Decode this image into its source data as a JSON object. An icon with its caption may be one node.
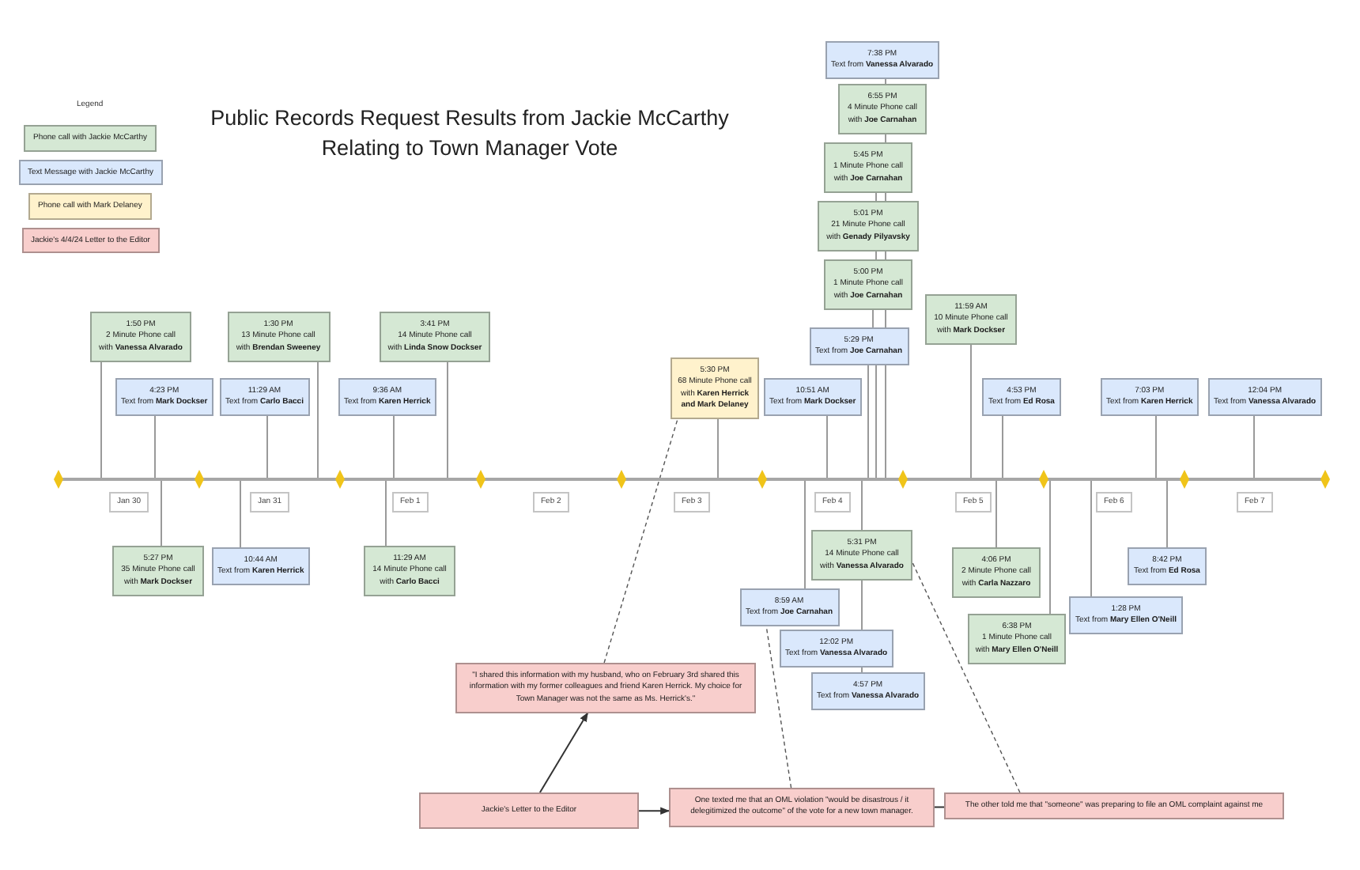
{
  "diagram": {
    "title": "Public Records Request Results from Jackie McCarthy Relating to Town Manager Vote",
    "nodes": [
      {
        "text": [
          "1:50 PM",
          "2 Minute Phone call with **Vanessa Alvarado**"
        ]
      },
      {
        "text": [
          "4:23 PM",
          "Text from **Mark Dockser**"
        ]
      },
      {
        "text": [
          "1:30 PM",
          "13 Minute Phone call with **Brendan Sweeney**"
        ]
      },
      {
        "text": [
          "11:29 AM",
          "Text from **Carlo Bacci**"
        ]
      },
      {
        "text": [
          "3:41 PM",
          "14 Minute Phone call with **Linda Snow Dockser**"
        ]
      },
      {
        "text": [
          "9:36 AM",
          "Text from **Karen Herrick**"
        ]
      },
      {
        "text": [
          "5:30 PM",
          "68 Minute Phone call with **Karen Herrick and Mark Delaney**"
        ]
      },
      {
        "text": [
          "7:38 PM",
          "Text from **Vanessa Alvarado**"
        ]
      },
      {
        "text": [
          "6:55 PM",
          "4 Minute Phone call with **Joe Carnahan**"
        ]
      },
      {
        "text": [
          "5:45 PM",
          "1 Minute Phone call with **Joe Carnahan**"
        ]
      },
      {
        "text": [
          "5:01 PM",
          "21 Minute Phone call with **Genady Pilyavsky**"
        ]
      },
      {
        "text": [
          "5:00 PM",
          "1 Minute Phone call with **Joe Carnahan**"
        ]
      },
      {
        "text": [
          "5:29 PM",
          "Text from **Joe Carnahan**"
        ]
      },
      {
        "text": [
          "10:51 AM",
          "Text from **Mark Dockser**"
        ]
      },
      {
        "text": [
          "11:59 AM",
          "10 Minute Phone call with **Mark Dockser**"
        ]
      },
      {
        "text": [
          "4:53 PM",
          "Text from **Ed Rosa**"
        ]
      },
      {
        "text": [
          "7:03 PM",
          "Text from **Karen Herrick**"
        ]
      },
      {
        "text": [
          "12:04 PM",
          "Text from **Vanessa Alvarado**"
        ]
      },
      {
        "text": [],
        "shape": "line"
      },
      {
        "text": [
          "Jan 30"
        ]
      },
      {
        "text": [
          "Jan 31"
        ]
      },
      {
        "text": [
          "Feb 1"
        ]
      },
      {
        "text": [
          "Feb 2"
        ]
      },
      {
        "text": [
          "Feb 3"
        ]
      },
      {
        "text": [
          "Feb 4"
        ]
      },
      {
        "text": [
          "Feb 5"
        ]
      },
      {
        "text": [
          "Feb 6"
        ]
      },
      {
        "text": [
          "Feb 7"
        ]
      },
      {
        "text": [
          "5:27 PM",
          "35 Minute Phone call with **Mark Dockser**"
        ]
      },
      {
        "text": [
          "10:44 AM",
          "Text from **Karen Herrick**"
        ]
      },
      {
        "text": [
          "11:29 AM",
          "14 Minute Phone call with **Carlo Bacci**"
        ]
      },
      {
        "text": [
          "5:31 PM",
          "14 Minute Phone call with **Vanessa Alvarado**"
        ]
      },
      {
        "text": [
          "8:59 AM",
          "Text from **Joe Carnahan**"
        ]
      },
      {
        "text": [
          "12:02 PM",
          "Text from **Vanessa Alvarado**"
        ]
      },
      {
        "text": [
          "4:57 PM",
          "Text from **Vanessa Alvarado**"
        ]
      },
      {
        "text": [
          "4:06 PM",
          "2 Minute Phone call with **Carla Nazzaro**"
        ]
      },
      {
        "text": [
          "6:38 PM",
          "1 Minute Phone call with **Mary Ellen O'Neill**"
        ]
      },
      {
        "text": [
          "1:28 PM",
          "Text from **Mary Ellen O'Neill**"
        ]
      },
      {
        "text": [
          "8:42 PM",
          "Text from **Ed Rosa**"
        ]
      },
      {
        "text": [
          "\"I shared this information with my husband, who on February 3rd shared this information with my former colleagues and friend Karen Herrick. My choice for Town Manager was not the same as Ms. Herrick's.\""
        ]
      },
      {
        "text": [
          "Jackie's Letter to the Editor"
        ]
      },
      {
        "text": [
          "One texted me that an OML violation \"would be disastrous / it delegitimized the outcome\" of the vote for a new town manager."
        ]
      },
      {
        "text": [
          "The other told me that \"someone\" was preparing to file an OML complaint against me"
        ]
      }
    ],
    "edges": [
      {
        "from": 0,
        "to": 18,
        "arrow": "none"
      },
      {
        "from": 1,
        "to": 18,
        "arrow": "none"
      },
      {
        "from": 2,
        "to": 18,
        "arrow": "none"
      },
      {
        "from": 3,
        "to": 18,
        "arrow": "none"
      },
      {
        "from": 4,
        "to": 18,
        "arrow": "none"
      },
      {
        "from": 5,
        "to": 18,
        "arrow": "none"
      },
      {
        "from": 6,
        "to": 18,
        "arrow": "none"
      },
      {
        "from": 7,
        "to": 8,
        "arrow": "none"
      },
      {
        "from": 8,
        "to": 9,
        "arrow": "none"
      },
      {
        "from": 9,
        "to": 10,
        "arrow": "none"
      },
      {
        "from": 9,
        "to": 10,
        "arrow": "none"
      },
      {
        "from": 10,
        "to": 11,
        "arrow": "none"
      },
      {
        "from": 10,
        "to": 11,
        "arrow": "none"
      },
      {
        "from": 11,
        "to": 12,
        "arrow": "none"
      },
      {
        "from": 11,
        "to": 12,
        "arrow": "none"
      },
      {
        "from": 12,
        "to": 18,
        "arrow": "none"
      },
      {
        "from": 12,
        "to": 18,
        "arrow": "none"
      },
      {
        "from": 12,
        "to": 18,
        "arrow": "none"
      },
      {
        "from": 13,
        "to": 18,
        "arrow": "none"
      },
      {
        "from": 14,
        "to": 18,
        "arrow": "none"
      },
      {
        "from": 15,
        "to": 18,
        "arrow": "none"
      },
      {
        "from": 16,
        "to": 18,
        "arrow": "none"
      },
      {
        "from": 17,
        "to": 18,
        "arrow": "none"
      },
      {
        "from": 28,
        "to": 18,
        "arrow": "none"
      },
      {
        "from": 29,
        "to": 18,
        "arrow": "none"
      },
      {
        "from": 30,
        "to": 18,
        "arrow": "none"
      },
      {
        "from": 31,
        "to": 18,
        "arrow": "none"
      },
      {
        "from": 31,
        "to": 33,
        "arrow": "none"
      },
      {
        "from": 33,
        "to": 34,
        "arrow": "none"
      },
      {
        "from": 32,
        "to": 18,
        "arrow": "none"
      },
      {
        "from": 35,
        "to": 18,
        "arrow": "none"
      },
      {
        "from": 36,
        "to": 18,
        "arrow": "none"
      },
      {
        "from": 37,
        "to": 18,
        "arrow": "none"
      },
      {
        "from": 38,
        "to": 18,
        "arrow": "none"
      },
      {
        "from": 40,
        "to": 39,
        "arrow": "to",
        "color": "#333333"
      },
      {
        "from": 40,
        "to": 41,
        "arrow": "to",
        "color": "#333333"
      },
      {
        "from": 41,
        "to": 42,
        "arrow": "none",
        "color": "#333333"
      },
      {
        "from": 39,
        "to": 6,
        "arrow": "none",
        "style": "dashed",
        "color": "#555555"
      },
      {
        "from": 41,
        "to": 32,
        "arrow": "none",
        "style": "dashed",
        "color": "#555555"
      },
      {
        "from": 42,
        "to": 31,
        "arrow": "none",
        "style": "dashed",
        "color": "#555555"
      }
    ],
    "labels": [
      "Legend"
    ],
    "legend": [
      {
        "text": "Phone call with Jackie McCarthy",
        "color": "#d5e8d4"
      },
      {
        "text": "Text Message with Jackie McCarthy",
        "color": "#dae8fc"
      },
      {
        "text": "Phone call with Mark Delaney",
        "color": "#fff2cc"
      },
      {
        "text": "Jackie's 4/4/24 Letter to the Editor",
        "color": "#f8cecc"
      }
    ]
  }
}
